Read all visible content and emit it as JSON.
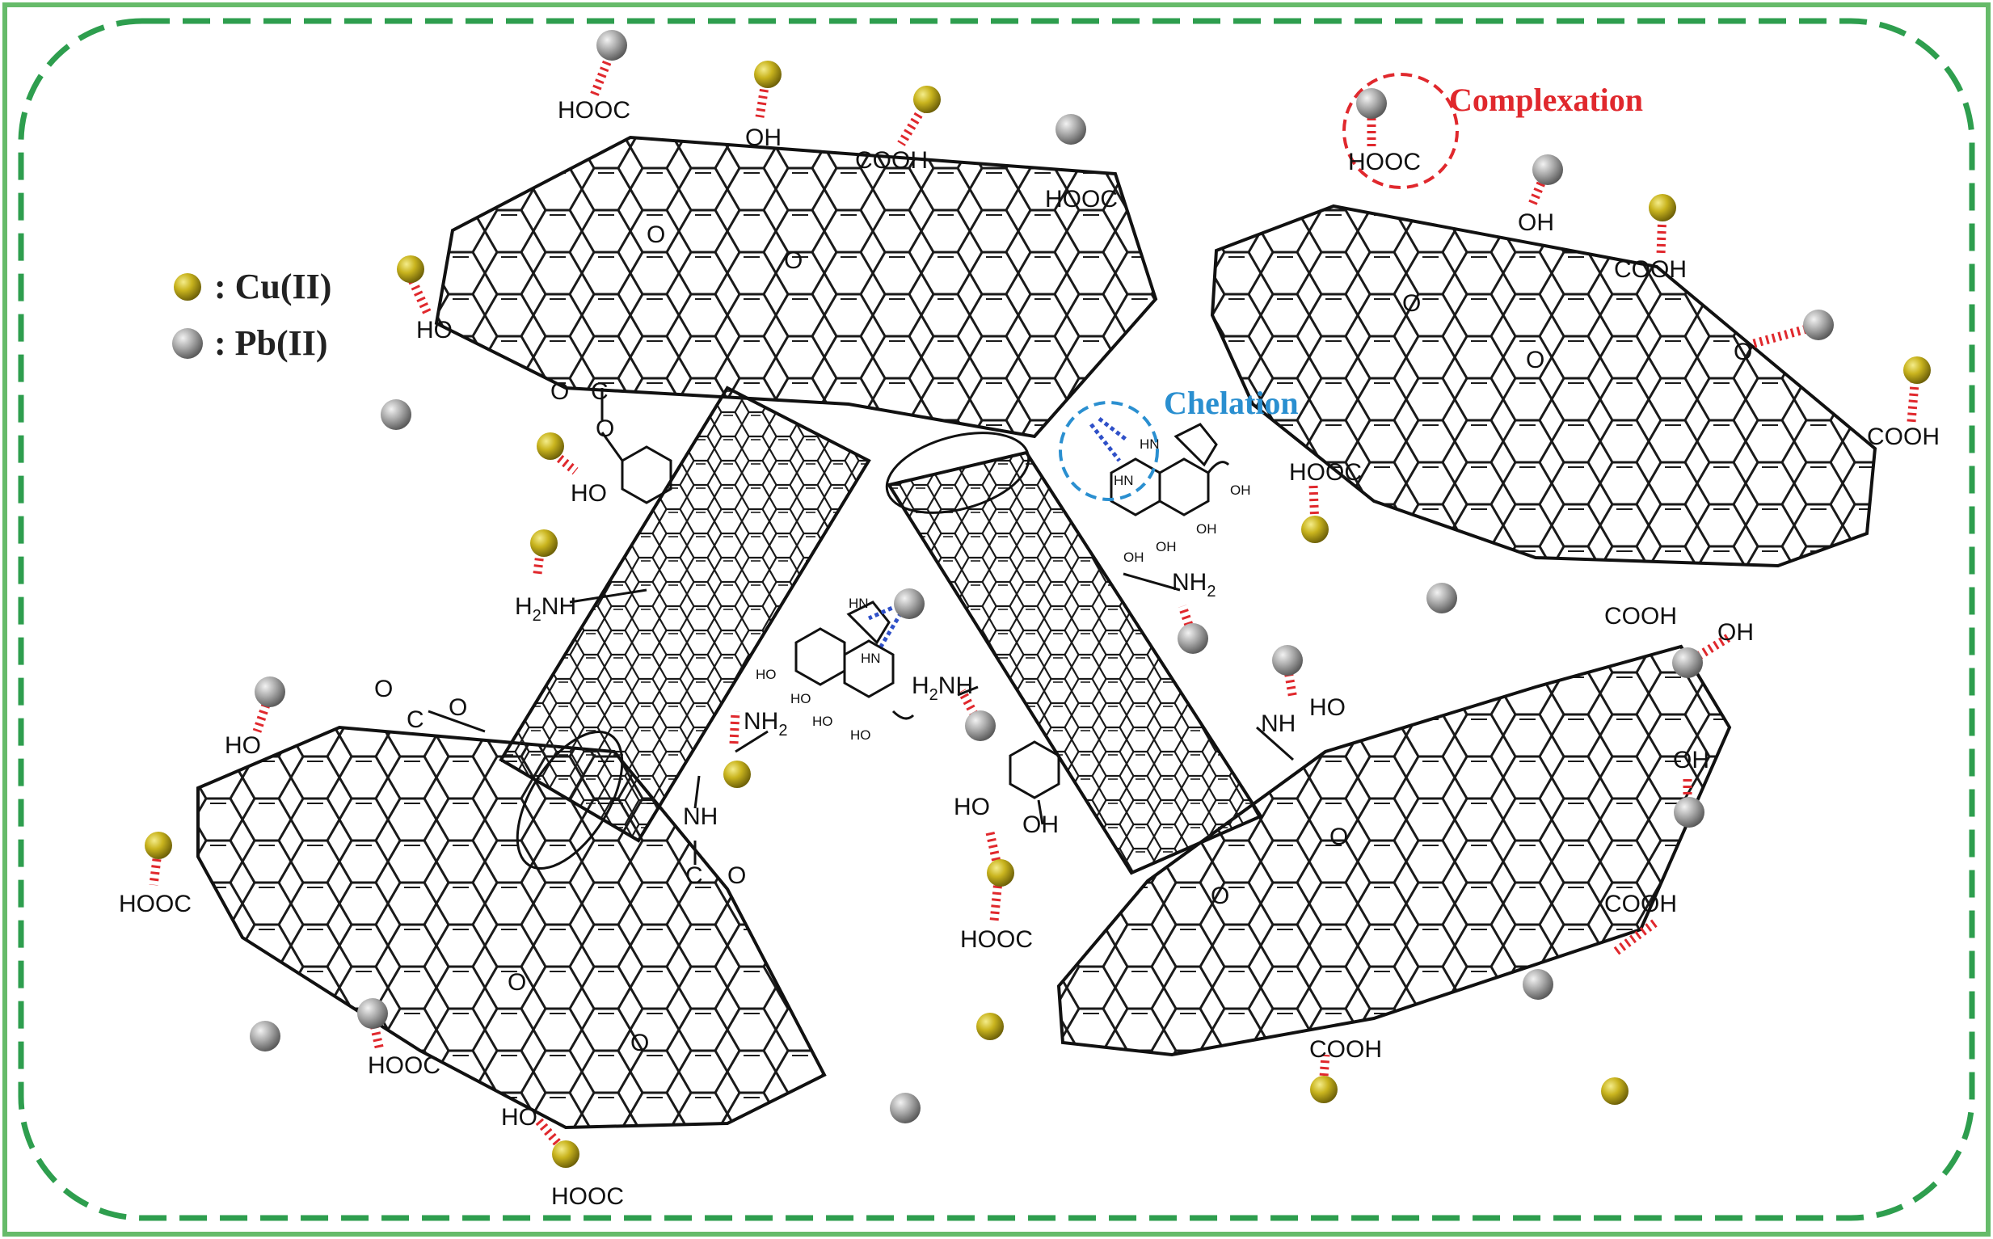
{
  "legend": {
    "items": [
      {
        "label": ": Cu(II)",
        "color": "#b5a014",
        "icon": "cu-ion-icon"
      },
      {
        "label": ": Pb(II)",
        "color": "#9a9a9a",
        "icon": "pb-ion-icon"
      }
    ]
  },
  "annotations": {
    "complexation": {
      "label": "Complexation",
      "color": "#e0282d"
    },
    "chelation": {
      "label": "Chelation",
      "color": "#2a8fd0"
    }
  },
  "frame": {
    "outer_color": "#66bb6a",
    "dashed_color": "#2e9e4e"
  },
  "bond_colors": {
    "complexation": "#e0282d",
    "chelation": "#2f50c8"
  },
  "groups": {
    "HOOC": "HOOC",
    "COOH": "COOH",
    "OH": "OH",
    "HO": "HO",
    "O": "O",
    "NH": "NH",
    "NH2": "NH",
    "H2N": "H",
    "ester_O_dbl": "O",
    "ester_C": "C",
    "ester_O": "O",
    "amide_C": "C",
    "amide_O": "O",
    "HN": "HN",
    "sub2": "2"
  }
}
